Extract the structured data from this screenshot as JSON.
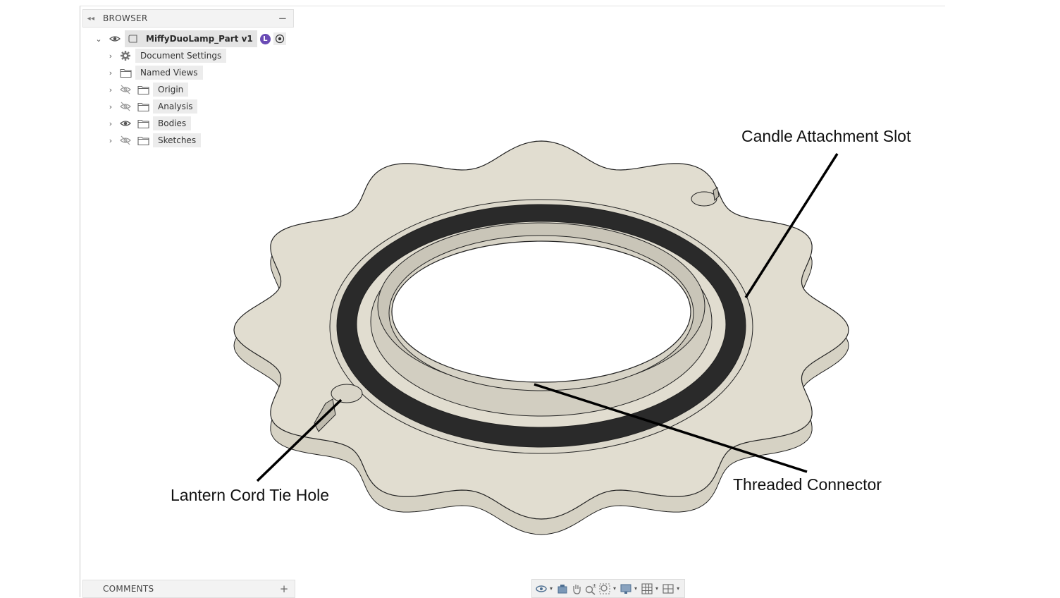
{
  "browser": {
    "title": "BROWSER",
    "root": {
      "label": "MiffyDuoLamp_Part v1",
      "badge": "L"
    },
    "items": [
      {
        "label": "Document Settings",
        "icon": "gear-icon",
        "visibility": "none"
      },
      {
        "label": "Named Views",
        "icon": "folder-icon",
        "visibility": "none"
      },
      {
        "label": "Origin",
        "icon": "folder-icon",
        "visibility": "hidden"
      },
      {
        "label": "Analysis",
        "icon": "folder-icon",
        "visibility": "hidden"
      },
      {
        "label": "Bodies",
        "icon": "folder-icon",
        "visibility": "visible"
      },
      {
        "label": "Sketches",
        "icon": "folder-icon",
        "visibility": "hidden"
      }
    ]
  },
  "comments": {
    "title": "COMMENTS"
  },
  "toolbar": {
    "tools": [
      "orbit-icon",
      "look-at-icon",
      "pan-icon",
      "zoom-icon",
      "fit-icon",
      "display-settings-icon",
      "grid-icon",
      "viewports-icon"
    ]
  },
  "annotations": {
    "candle": "Candle Attachment Slot",
    "threaded": "Threaded Connector",
    "lantern": "Lantern Cord Tie Hole"
  },
  "colors": {
    "model_fill": "#e1ddd0",
    "model_side": "#d6d2c4",
    "bore_wall": "#c9c5b8",
    "badge": "#6a4bb5",
    "accent_icon": "#4d6e91"
  }
}
